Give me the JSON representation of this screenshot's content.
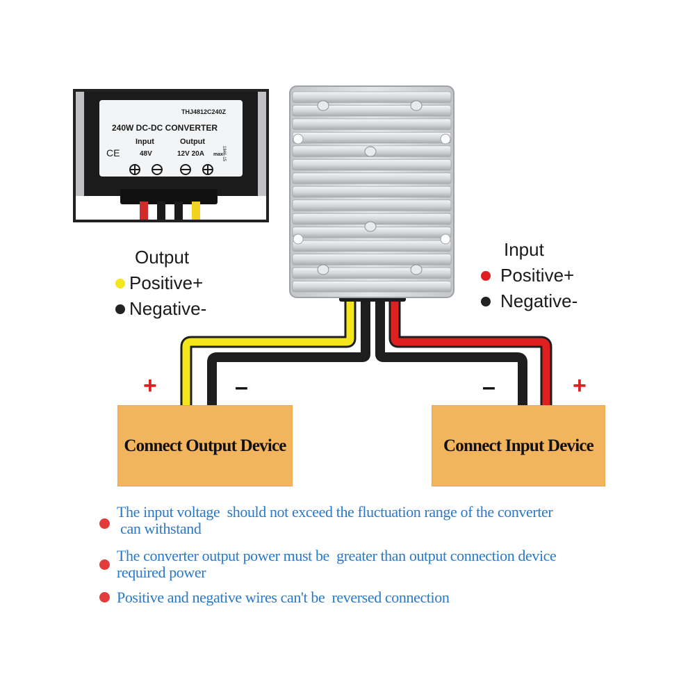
{
  "inset_label": {
    "model": "THJ4812C240Z",
    "title": "240W DC-DC CONVERTER",
    "ce_mark": "CE",
    "input_heading": "Input",
    "input_value": "48V",
    "output_heading": "Output",
    "output_value": "12V 20A",
    "output_suffix": "max",
    "date_code": "1846-15",
    "wire_colors": [
      "#d22b2b",
      "#1c1c1c",
      "#1c1c1c",
      "#f2d11f"
    ]
  },
  "output_legend": {
    "title": "Output",
    "positive": "Positive+",
    "negative": "Negative-",
    "positive_color": "#f5e51b",
    "negative_color": "#222222"
  },
  "input_legend": {
    "title": "Input",
    "positive": "Positive+",
    "negative": "Negative-",
    "positive_color": "#e02020",
    "negative_color": "#222222"
  },
  "output_device": {
    "label": "Connect Output Device",
    "plus": "+",
    "minus": "–"
  },
  "input_device": {
    "label": "Connect Input Device",
    "plus": "+",
    "minus": "–"
  },
  "notes": [
    "The input voltage  should not exceed the fluctuation range of the converter\n can withstand",
    "The converter output power must be  greater than output connection device\nrequired power",
    "Positive and negative wires can't be  reversed connection"
  ],
  "colors": {
    "device_fill": "#f3b45e",
    "note_text": "#2a78c8",
    "bullet": "#e23b3b",
    "polarity_red": "#e02020"
  }
}
